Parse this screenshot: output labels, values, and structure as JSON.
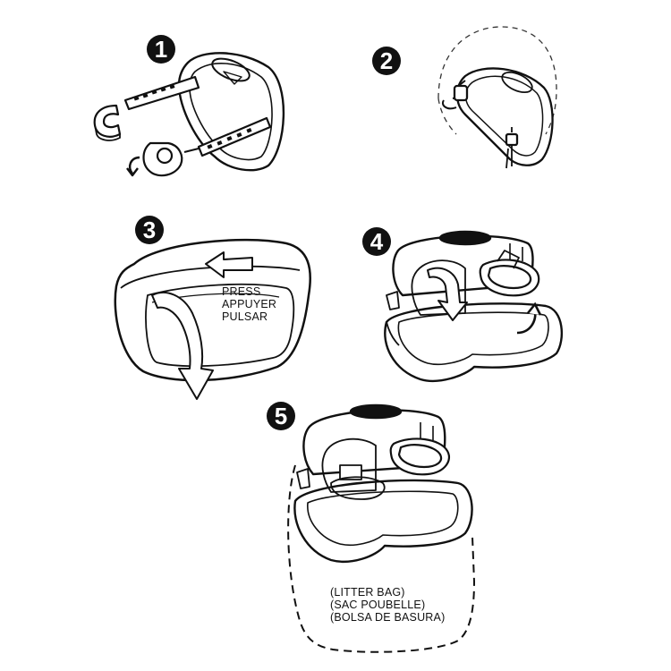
{
  "steps": [
    {
      "number": "1"
    },
    {
      "number": "2"
    },
    {
      "number": "3",
      "label_lines": [
        "PRESS",
        "APPUYER",
        "PULSAR"
      ]
    },
    {
      "number": "4"
    },
    {
      "number": "5",
      "label_lines": [
        "(LITTER BAG)",
        "(SAC POUBELLE)",
        "(BOLSA DE BASURA)"
      ]
    }
  ],
  "icons": [
    "strap-clip-icon",
    "headrest-post-icon",
    "press-arrow-icon",
    "rotate-arrow-icon",
    "cup-holder-icon",
    "litter-bag-icon"
  ]
}
